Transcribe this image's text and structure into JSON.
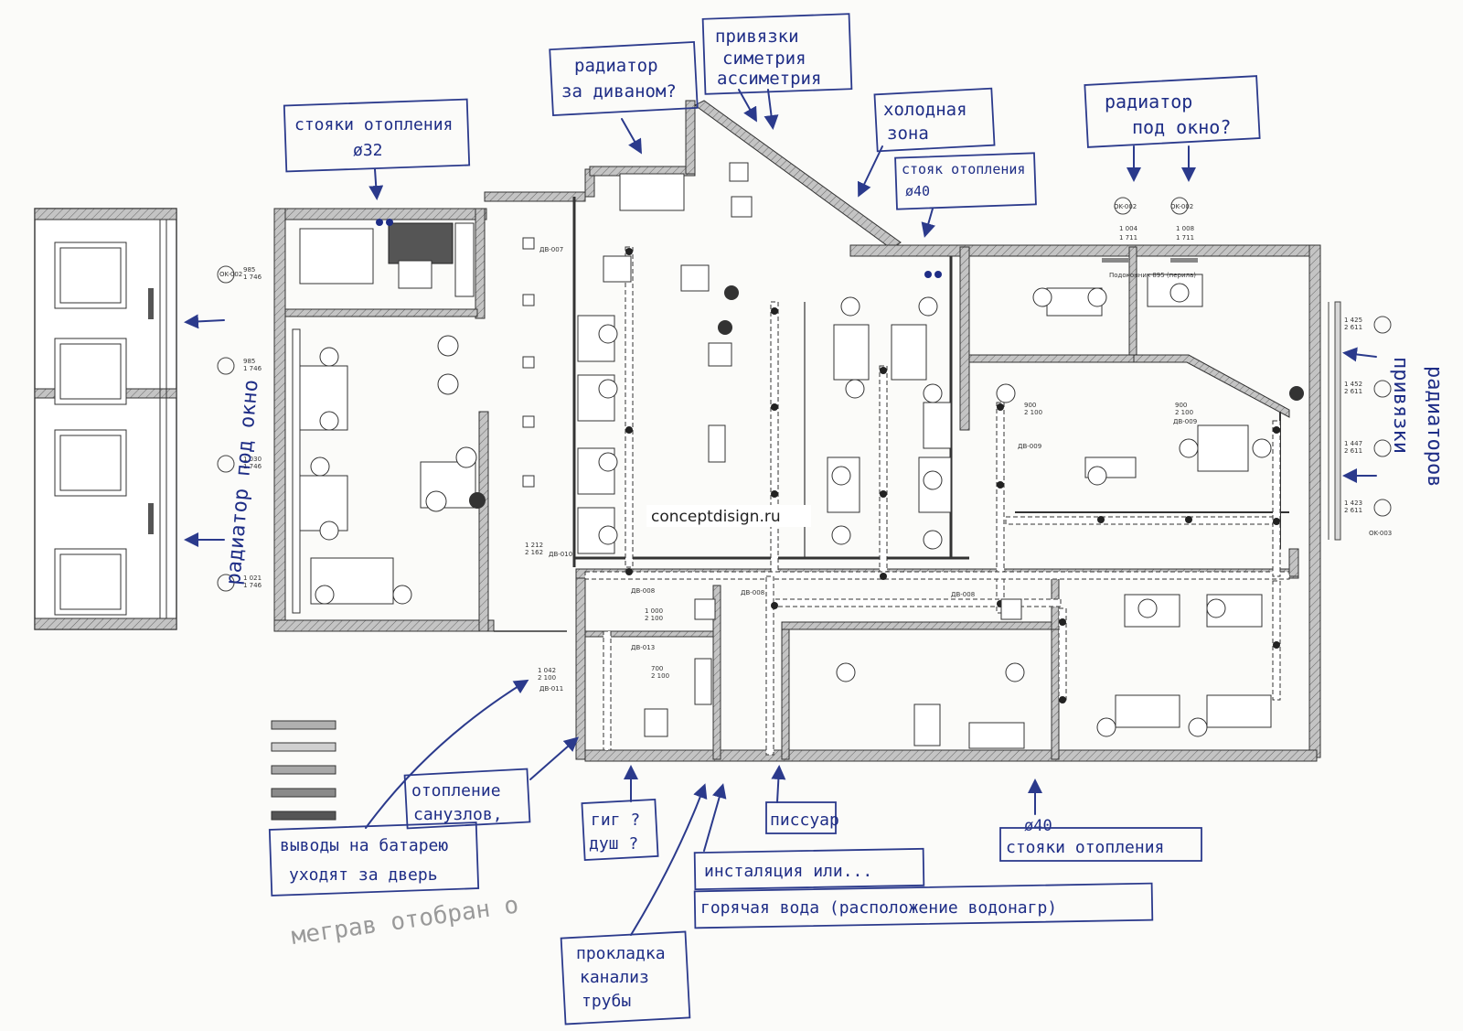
{
  "watermark": "conceptdisign.ru",
  "notes": {
    "risers_left_line1": "стояки отопления",
    "risers_left_line2": "ø32",
    "radiator_sofa_line1": "радиатор",
    "radiator_sofa_line2": "за диваном?",
    "bindings_line1": "привязки",
    "bindings_line2": "симетрия",
    "bindings_line3": "ассиметрия",
    "cold_zone_line1": "холодная",
    "cold_zone_line2": "зона",
    "risers_40_line1": "стояк отопления",
    "risers_40_line2": "ø40",
    "radiator_window_right_line1": "радиатор",
    "radiator_window_right_line2": "под окно?",
    "radiator_window_left": "радиатор под окно",
    "radiator_bindings_1": "привязки",
    "radiator_bindings_2": "радиаторов",
    "bathroom_heating_line1": "отопление",
    "bathroom_heating_line2": "санузлов,",
    "outlets_line1": "выводы на батарею",
    "outlets_line2": "уходят за дверь",
    "hyg_line1": "гиг ?",
    "hyg_line2": "душ ?",
    "urinal": "писсуар",
    "risers_bottom_line1": "ø40",
    "risers_bottom_line2": "стояки отопления",
    "install_line1": "инсталяция или...",
    "install_line2": "горячая вода (расположение водонагр)",
    "sewer_line1": "прокладка",
    "sewer_line2": "канализ",
    "sewer_line3": "трубы",
    "pencil_note": "меграв отобран о"
  },
  "tags": {
    "ok002": "OK-002",
    "ok003": "OK-003",
    "dv009": "ДВ-009",
    "dv008": "ДВ-008",
    "dv011": "ДВ-011",
    "dv013": "ДВ-013",
    "dv010": "ДВ-010",
    "dv007": "ДВ-007",
    "podokonnik": "Подоконник 895 (перила)"
  },
  "dims": {
    "d985a": "985",
    "d1746a": "1 746",
    "d985b": "985",
    "d1746b": "1 746",
    "d1030": "1 030",
    "d1746c": "1 746",
    "d1021": "1 021",
    "d1746d": "1 746",
    "d1425": "1 425",
    "d2611a": "2 611",
    "d1452": "1 452",
    "d2611b": "2 611",
    "d1447": "1 447",
    "d2611c": "2 611",
    "d1423": "1 423",
    "d2611d": "2 611",
    "d1212": "1 212",
    "d2162": "2 162",
    "d1004": "1 004",
    "d1711a": "1 711",
    "d1008": "1 008",
    "d1711b": "1 711",
    "d900a": "900",
    "d2100a": "2 100",
    "d900b": "900",
    "d2100b": "2 100",
    "d1042": "1 042",
    "d2100c": "2 100",
    "d700": "700",
    "d2100d": "2 100",
    "d1000": "1 000",
    "d2100e": "2 100"
  }
}
